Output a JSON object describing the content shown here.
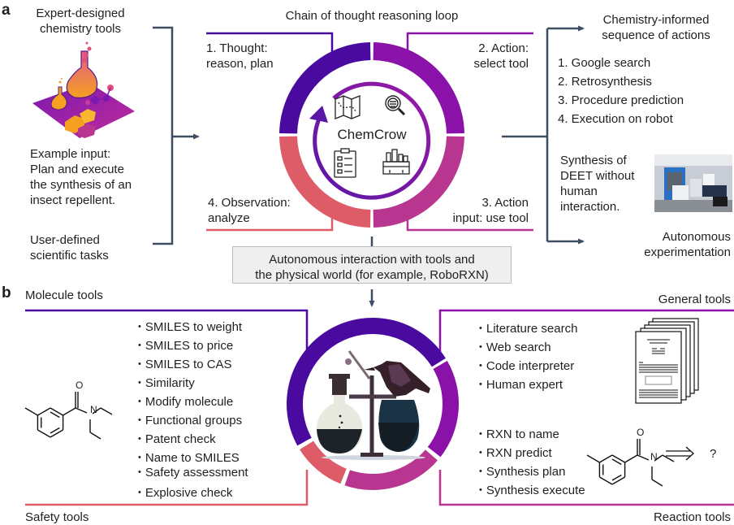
{
  "panel_a": {
    "letter": "a",
    "left": {
      "tools_title": [
        "Expert-designed",
        "chemistry tools"
      ],
      "example_input": [
        "Example input:",
        "Plan and execute",
        "the synthesis of an",
        "insect repellent."
      ],
      "tasks": [
        "User-defined",
        "scientific tasks"
      ]
    },
    "loop": {
      "title": "Chain of thought reasoning loop",
      "center_label": "ChemCrow",
      "steps": [
        {
          "lines": [
            "1. Thought:",
            "reason, plan"
          ],
          "color": "#4a0aa0"
        },
        {
          "lines": [
            "2. Action:",
            "select tool"
          ],
          "color": "#8a12a8"
        },
        {
          "lines": [
            "3. Action",
            "input: use tool"
          ],
          "color": "#b83590"
        },
        {
          "lines": [
            "4. Observation:",
            "analyze"
          ],
          "color": "#dd5c68"
        }
      ],
      "icons": [
        "map-icon",
        "search-magnifier-icon",
        "checklist-clipboard-icon",
        "toolbox-icon"
      ]
    },
    "right": {
      "sequence_title": [
        "Chemistry-informed",
        "sequence of actions"
      ],
      "sequence": [
        "1. Google search",
        "2. Retrosynthesis",
        "3. Procedure prediction",
        "4. Execution on robot"
      ],
      "synthesis_note": [
        "Synthesis of",
        "DEET without",
        "human",
        "interaction."
      ],
      "autonomous": [
        "Autonomous",
        "experimentation"
      ]
    },
    "interaction_box": [
      "Autonomous interaction with tools and",
      "the physical world (for example, RoboRXN)"
    ]
  },
  "panel_b": {
    "letter": "b",
    "molecule_tools": {
      "title": "Molecule tools",
      "items": [
        "SMILES to weight",
        "SMILES to price",
        "SMILES to CAS",
        "Similarity",
        "Modify molecule",
        "Functional groups",
        "Patent check",
        "Name to SMILES"
      ]
    },
    "safety_tools": {
      "title": "Safety tools",
      "items": [
        "Safety assessment",
        "Explosive check"
      ]
    },
    "general_tools": {
      "title": "General tools",
      "items": [
        "Literature search",
        "Web search",
        "Code interpreter",
        "Human expert"
      ]
    },
    "reaction_tools": {
      "title": "Reaction tools",
      "items": [
        "RXN to name",
        "RXN predict",
        "Synthesis plan",
        "Synthesis execute"
      ],
      "retro_label": "?"
    },
    "molecule_atoms": {
      "oxygen": "O",
      "nitrogen": "N"
    }
  },
  "colors": {
    "connector": "#3d4e63",
    "purple_dark": "#4a0aa0",
    "purple": "#8a12a8",
    "magenta": "#b83590",
    "coral": "#dd5c68"
  }
}
